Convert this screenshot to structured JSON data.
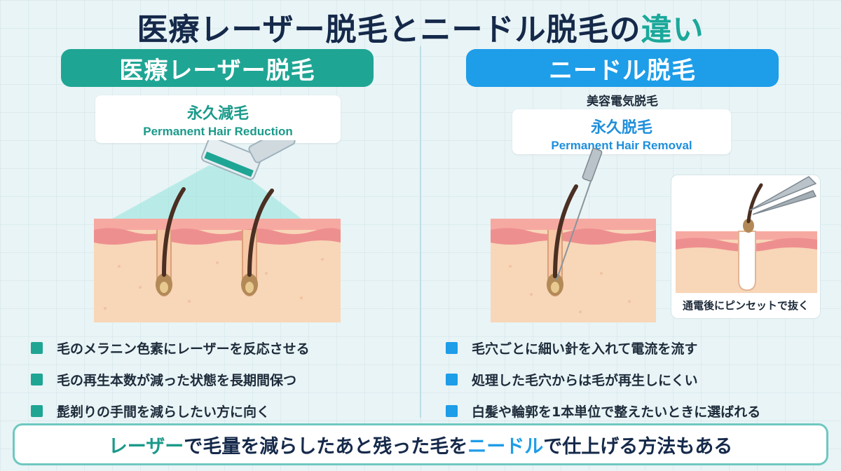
{
  "title": {
    "main": "医療レーザー脱毛とニードル脱毛の",
    "accent": "違い"
  },
  "left": {
    "heading": "医療レーザー脱毛",
    "box_jp": "永久減毛",
    "box_en": "Permanent Hair Reduction",
    "bullets": [
      "毛のメラニン色素にレーザーを反応させる",
      "毛の再生本数が減った状態を長期間保つ",
      "髭剃りの手間を減らしたい方に向く"
    ]
  },
  "right": {
    "heading": "ニードル脱毛",
    "subheading": "美容電気脱毛",
    "box_jp": "永久脱毛",
    "box_en": "Permanent Hair Removal",
    "inset_caption": "通電後にピンセットで抜く",
    "bullets": [
      "毛穴ごとに細い針を入れて電流を流す",
      "処理した毛穴からは毛が再生しにくい",
      "白髪や輪郭を1本単位で整えたいときに選ばれる"
    ]
  },
  "footer": {
    "laser": "レーザー",
    "mid1": "で毛量を減らしたあと残った毛を",
    "needle": "ニードル",
    "mid2": "で仕上げる方法もある"
  },
  "colors": {
    "teal": "#1fa594",
    "blue": "#1e9de8",
    "navy": "#15294a",
    "skin": "#f6d2b4",
    "skin_top": "#f08f8f"
  }
}
